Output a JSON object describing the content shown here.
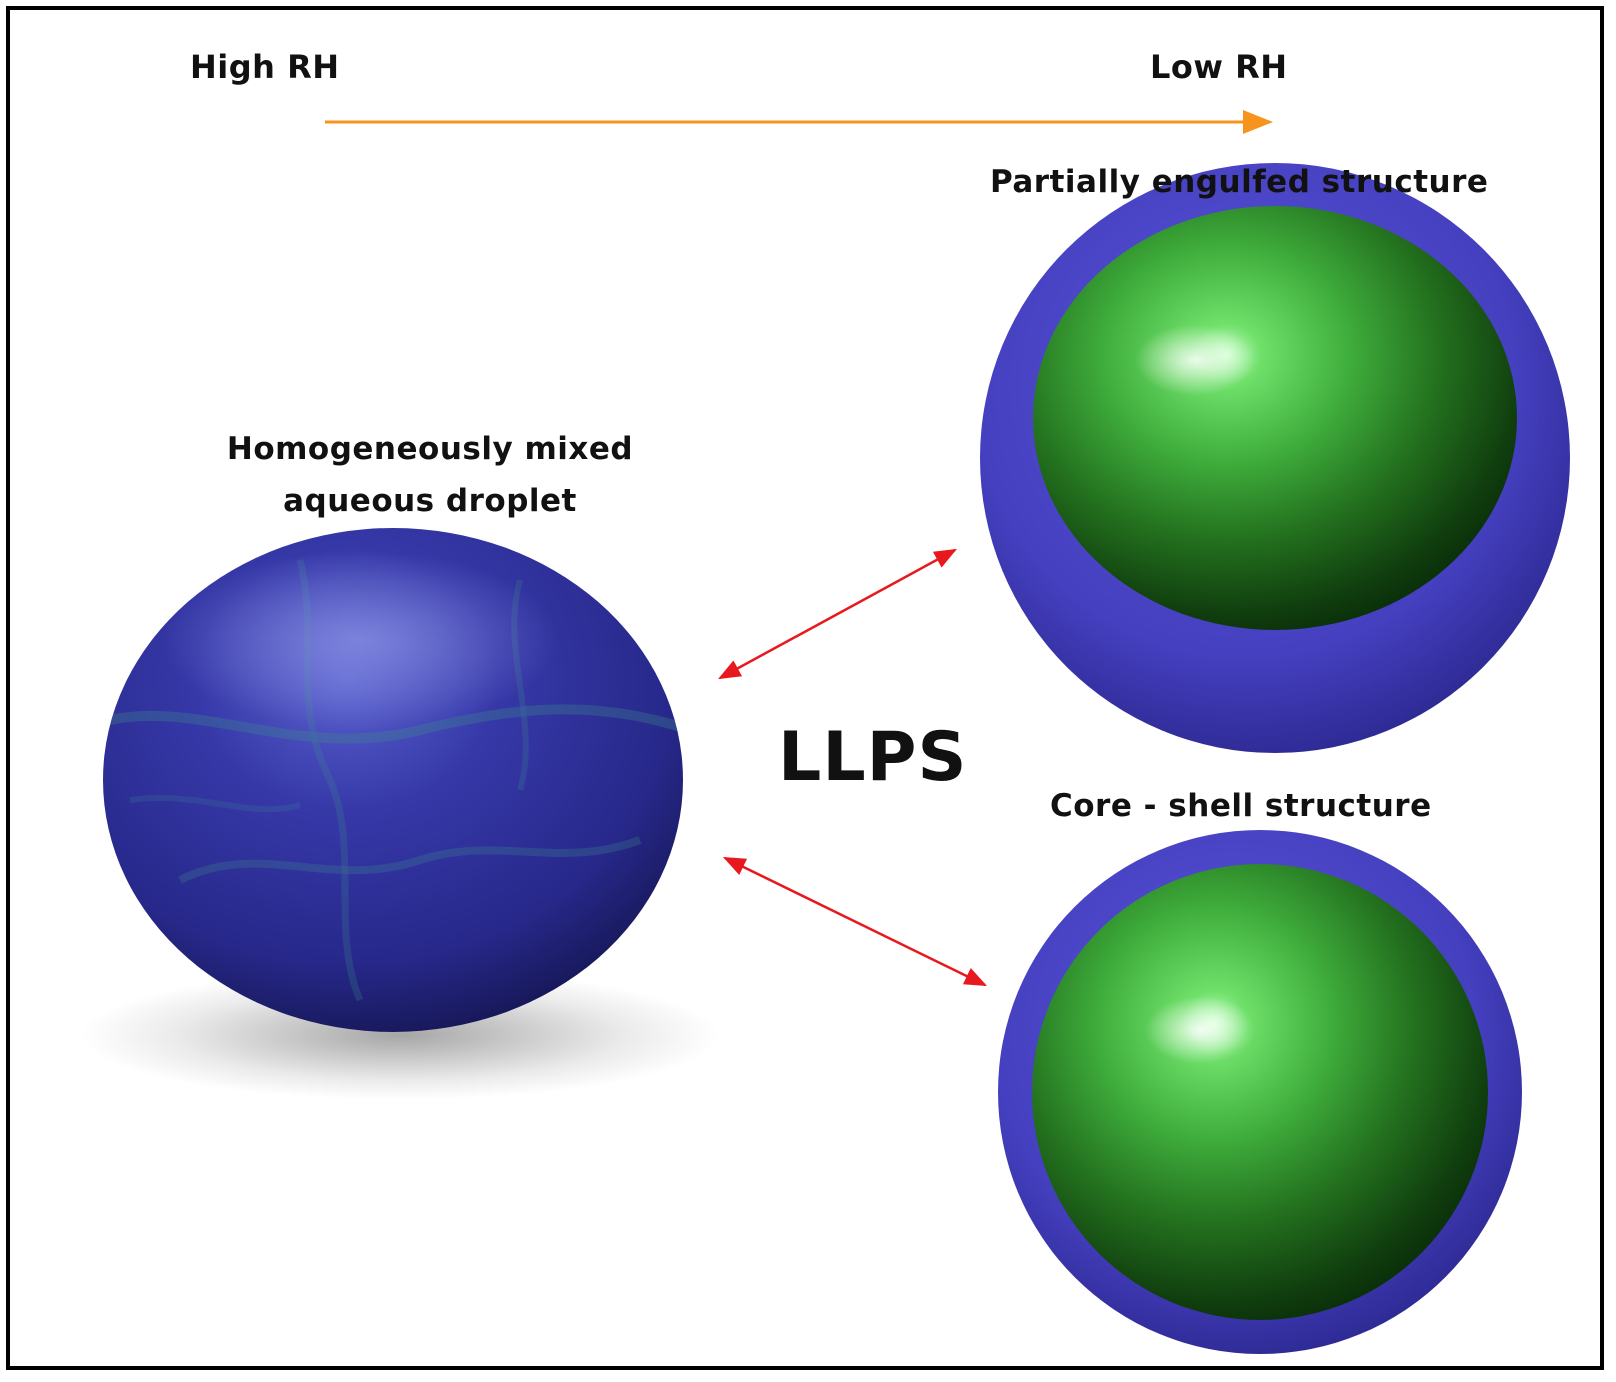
{
  "labels": {
    "high_rh": "High RH",
    "low_rh": "Low RH",
    "partially_engulfed": "Partially engulfed structure",
    "homogeneous": "Homogeneously mixed aqueous droplet",
    "llps": "LLPS",
    "core_shell": "Core - shell structure"
  },
  "colors": {
    "rh_arrow": "#f7941d",
    "llps_arrows": "#e8191e",
    "shell_blue": "#4a45c4",
    "core_green": "#39b54a",
    "droplet_blue": "#2e2f9a",
    "border": "#000000"
  }
}
